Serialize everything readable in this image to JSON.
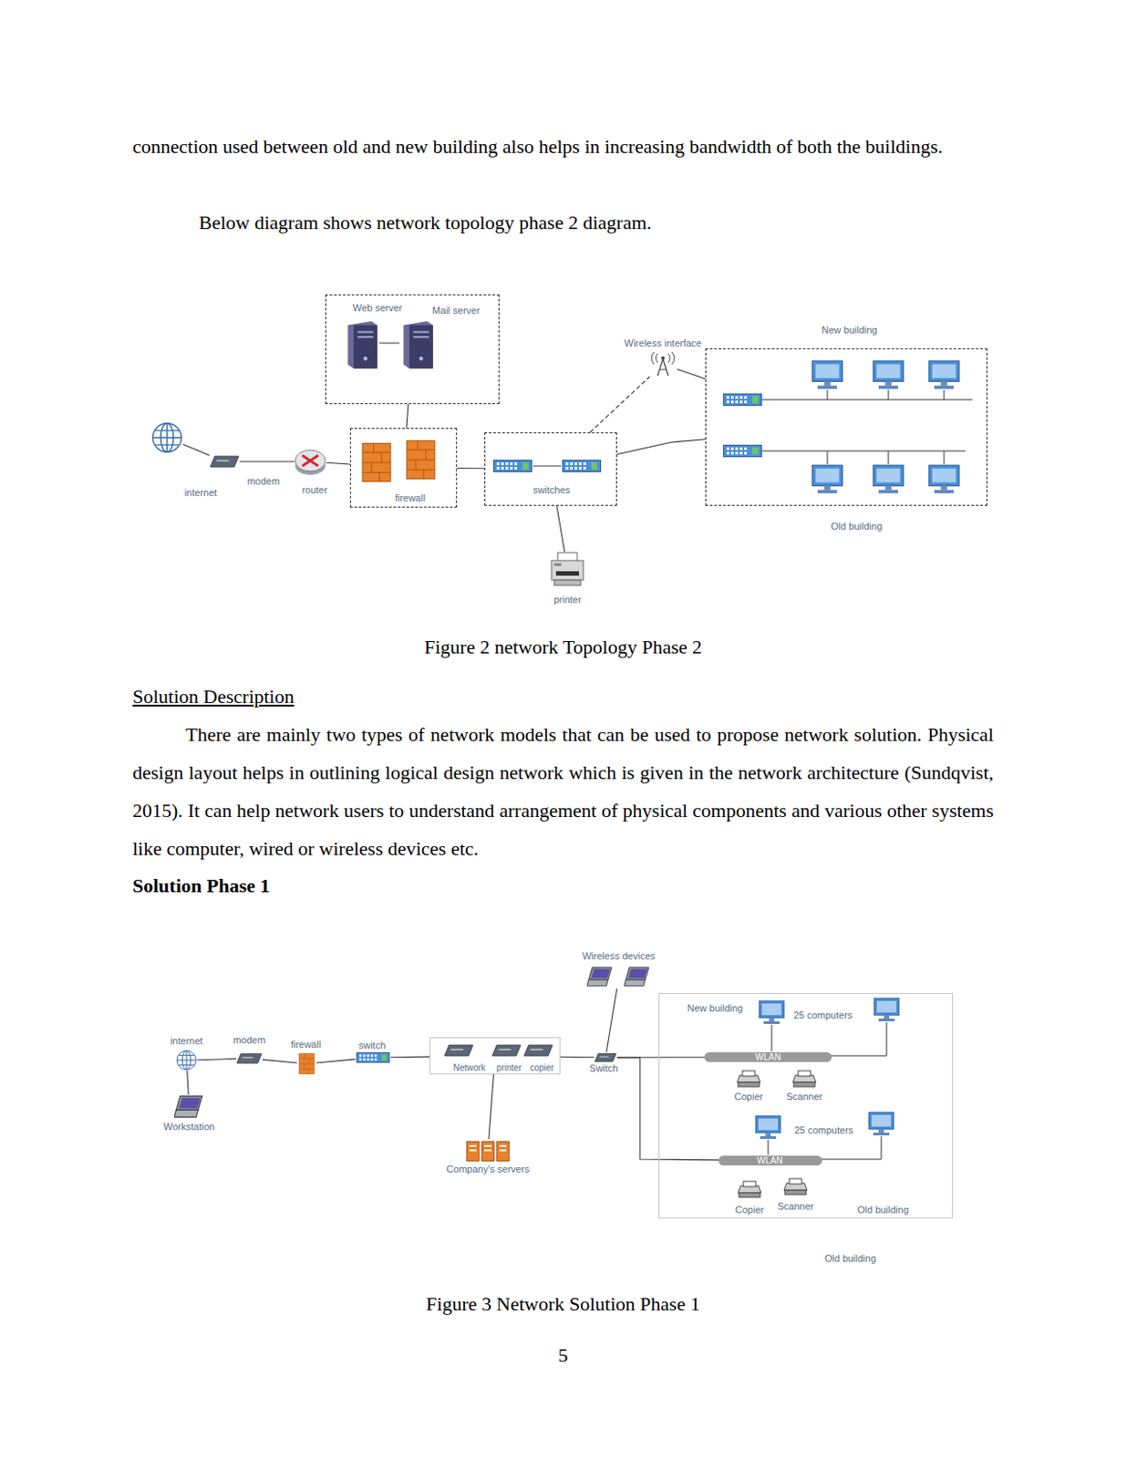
{
  "diagram": {
    "nodes": [
      {
        "text": [
          "internet"
        ]
      },
      {
        "text": [
          "modem"
        ]
      },
      {
        "text": [
          "router"
        ]
      },
      {
        "text": [
          "firewall"
        ]
      },
      {
        "text": [
          "Web server",
          "Mail server"
        ]
      },
      {
        "text": [
          "switches"
        ]
      },
      {
        "text": [
          "Wireless interface"
        ]
      },
      {
        "text": [
          "printer"
        ]
      },
      {
        "text": [
          "New building",
          "Old building"
        ]
      },
      {
        "text": [
          "internet"
        ]
      },
      {
        "text": [
          "Workstation"
        ]
      },
      {
        "text": [
          "modem"
        ]
      },
      {
        "text": [
          "firewall"
        ]
      },
      {
        "text": [
          "switch"
        ]
      },
      {
        "text": [
          "Network",
          "printer",
          "copier"
        ]
      },
      {
        "text": [
          "Company's servers"
        ]
      },
      {
        "text": [
          "Wireless devices"
        ]
      },
      {
        "text": [
          "Switch"
        ]
      },
      {
        "text": [
          "New building",
          "Old building"
        ]
      },
      {
        "text": [
          "WLAN"
        ],
        "in": 18
      },
      {
        "text": [
          "WLAN"
        ],
        "in": 18
      }
    ],
    "edges": [
      {
        "from": 0,
        "to": 1,
        "arrow": "none"
      },
      {
        "from": 1,
        "to": 2,
        "arrow": "none"
      },
      {
        "from": 2,
        "to": 3,
        "arrow": "none"
      },
      {
        "from": 3,
        "to": 4,
        "arrow": "none"
      },
      {
        "from": 3,
        "to": 5,
        "arrow": "none"
      },
      {
        "from": 5,
        "to": 6,
        "arrow": "none"
      },
      {
        "from": 6,
        "to": 8,
        "arrow": "none"
      },
      {
        "from": 5,
        "to": 8,
        "arrow": "none"
      },
      {
        "from": 5,
        "to": 7,
        "arrow": "none"
      },
      {
        "from": 9,
        "to": 11,
        "arrow": "none"
      },
      {
        "from": 9,
        "to": 10,
        "arrow": "none"
      },
      {
        "from": 11,
        "to": 12,
        "arrow": "none"
      },
      {
        "from": 12,
        "to": 13,
        "arrow": "none"
      },
      {
        "from": 13,
        "to": 14,
        "arrow": "none"
      },
      {
        "from": 14,
        "to": 15,
        "arrow": "none"
      },
      {
        "from": 14,
        "to": 17,
        "arrow": "none"
      },
      {
        "from": 16,
        "to": 17,
        "arrow": "none"
      },
      {
        "from": 17,
        "to": 19,
        "arrow": "none"
      },
      {
        "from": 17,
        "to": 20,
        "arrow": "none"
      }
    ],
    "labels": [
      "connection used between old and new building also helps in increasing bandwidth of both the buildings.",
      "Below diagram shows network topology phase 2 diagram.",
      "Figure 2 network Topology Phase 2",
      "Solution Description",
      "There are mainly two types of network models that can be used to propose network solution. Physical design layout helps in outlining logical design network which is given in the network architecture (Sundqvist, 2015). It can help network users to understand arrangement of physical components and various other systems like computer, wired or wireless devices etc.",
      "Solution Phase 1",
      "25 computers",
      "Copier",
      "Scanner",
      "25 computers",
      "Copier",
      "Scanner",
      "Old building",
      "Figure 3 Network Solution Phase 1",
      "5"
    ]
  }
}
